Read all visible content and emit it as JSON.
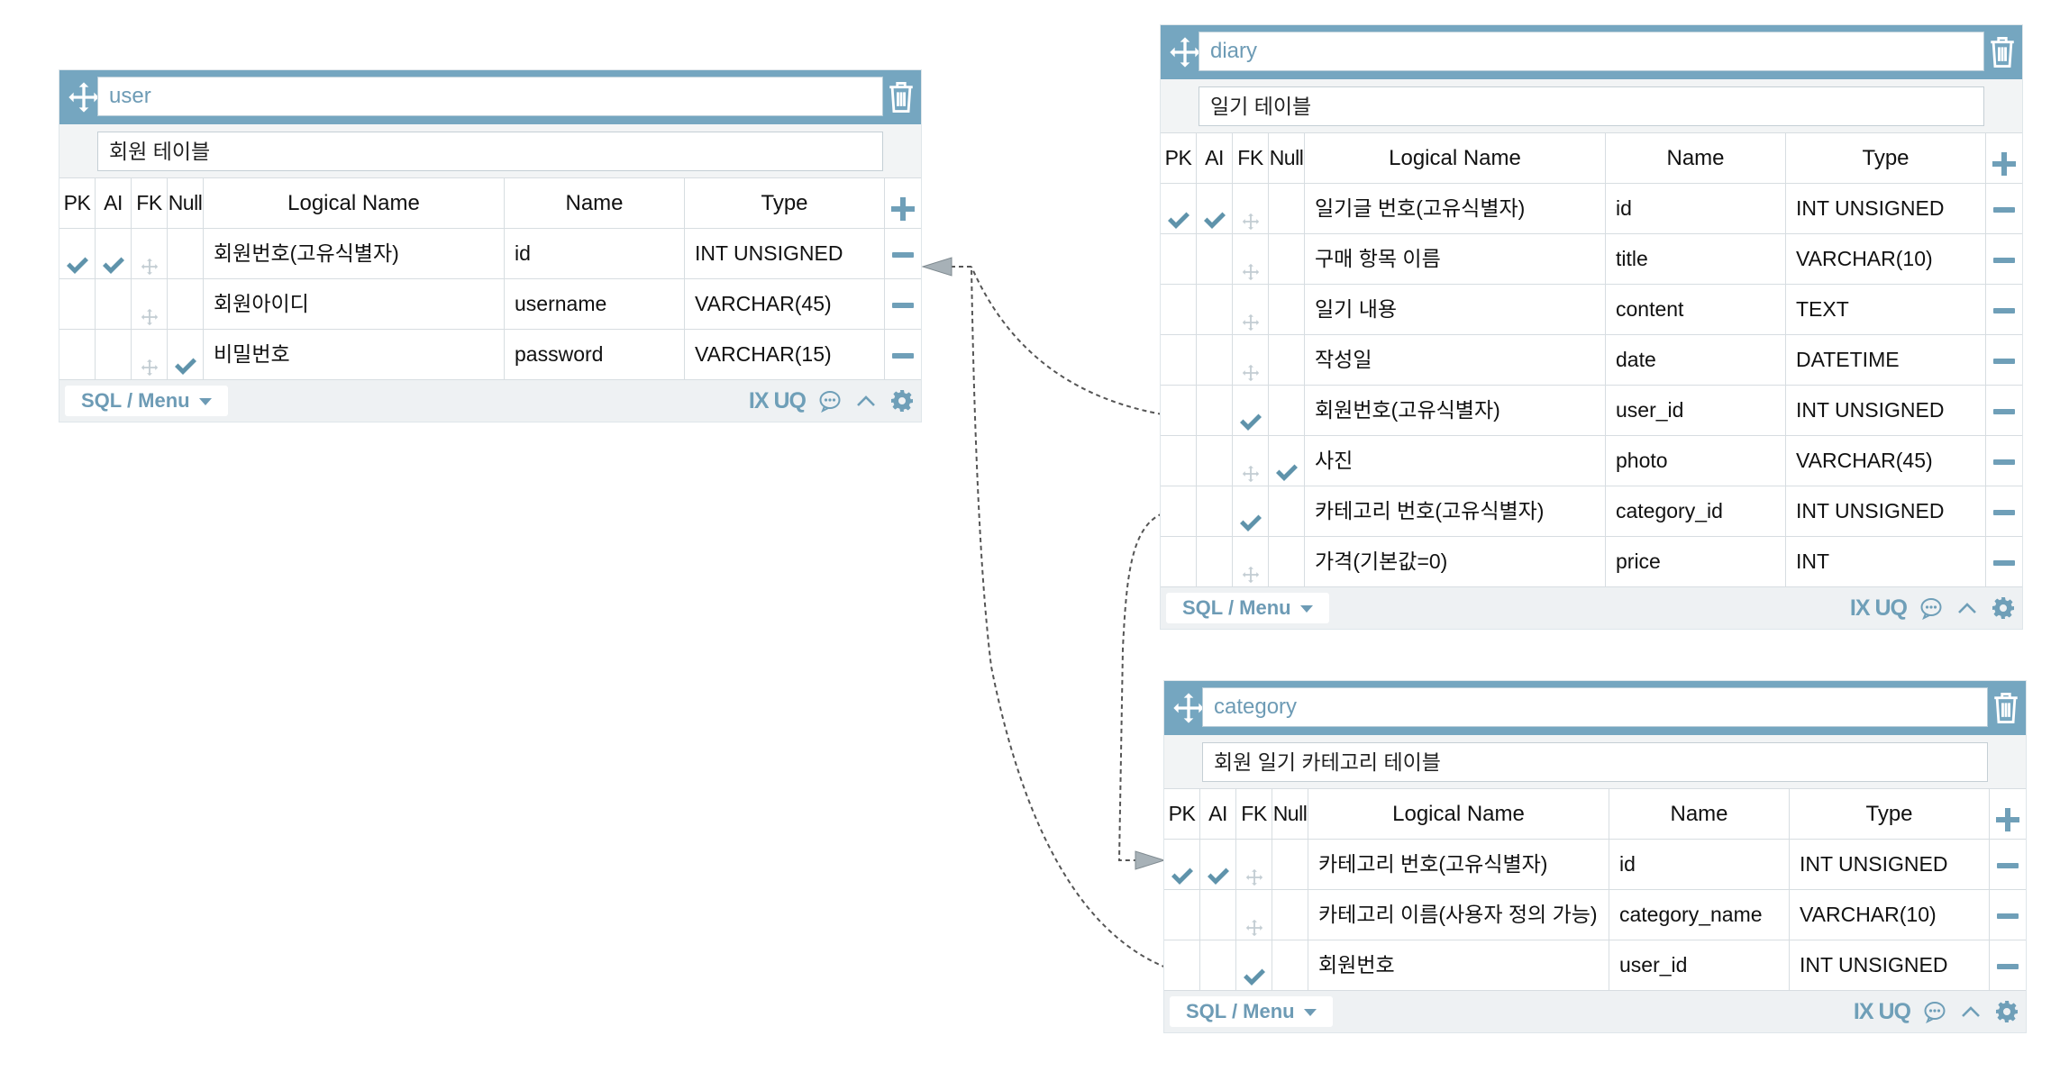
{
  "columns_header": {
    "pk": "PK",
    "ai": "AI",
    "fk": "FK",
    "null": "Null",
    "logical_name": "Logical Name",
    "name": "Name",
    "type": "Type"
  },
  "footer": {
    "sql_menu": "SQL / Menu",
    "ix": "IX",
    "uq": "UQ"
  },
  "colors": {
    "header": "#75a6c0",
    "accent": "#6f9fb8",
    "link": "#555555"
  },
  "tables": [
    {
      "name": "user",
      "comment": "회원 테이블",
      "rows": [
        {
          "pk": true,
          "ai": true,
          "fk": false,
          "null": false,
          "logical_name": "회원번호(고유식별자)",
          "name": "id",
          "type": "INT UNSIGNED"
        },
        {
          "pk": false,
          "ai": false,
          "fk": false,
          "null": false,
          "logical_name": "회원아이디",
          "name": "username",
          "type": "VARCHAR(45)"
        },
        {
          "pk": false,
          "ai": false,
          "fk": false,
          "null": true,
          "logical_name": "비밀번호",
          "name": "password",
          "type": "VARCHAR(15)"
        }
      ]
    },
    {
      "name": "diary",
      "comment": "일기 테이블",
      "rows": [
        {
          "pk": true,
          "ai": true,
          "fk": false,
          "null": false,
          "logical_name": "일기글 번호(고유식별자)",
          "name": "id",
          "type": "INT UNSIGNED"
        },
        {
          "pk": false,
          "ai": false,
          "fk": false,
          "null": false,
          "logical_name": "구매 항목 이름",
          "name": "title",
          "type": "VARCHAR(10)"
        },
        {
          "pk": false,
          "ai": false,
          "fk": false,
          "null": false,
          "logical_name": "일기 내용",
          "name": "content",
          "type": "TEXT"
        },
        {
          "pk": false,
          "ai": false,
          "fk": false,
          "null": false,
          "logical_name": "작성일",
          "name": "date",
          "type": "DATETIME"
        },
        {
          "pk": false,
          "ai": false,
          "fk": true,
          "null": false,
          "logical_name": "회원번호(고유식별자)",
          "name": "user_id",
          "type": "INT UNSIGNED"
        },
        {
          "pk": false,
          "ai": false,
          "fk": false,
          "null": true,
          "logical_name": "사진",
          "name": "photo",
          "type": "VARCHAR(45)"
        },
        {
          "pk": false,
          "ai": false,
          "fk": true,
          "null": false,
          "logical_name": "카테고리 번호(고유식별자)",
          "name": "category_id",
          "type": "INT UNSIGNED"
        },
        {
          "pk": false,
          "ai": false,
          "fk": false,
          "null": false,
          "logical_name": "가격(기본값=0)",
          "name": "price",
          "type": "INT"
        }
      ]
    },
    {
      "name": "category",
      "comment": "회원 일기 카테고리 테이블",
      "rows": [
        {
          "pk": true,
          "ai": true,
          "fk": false,
          "null": false,
          "logical_name": "카테고리 번호(고유식별자)",
          "name": "id",
          "type": "INT UNSIGNED"
        },
        {
          "pk": false,
          "ai": false,
          "fk": false,
          "null": false,
          "logical_name": "카테고리 이름(사용자 정의 가능)",
          "name": "category_name",
          "type": "VARCHAR(10)"
        },
        {
          "pk": false,
          "ai": false,
          "fk": true,
          "null": false,
          "logical_name": "회원번호",
          "name": "user_id",
          "type": "INT UNSIGNED"
        }
      ]
    }
  ],
  "relations": [
    {
      "from": "diary.user_id",
      "to": "user.id"
    },
    {
      "from": "diary.category_id",
      "to": "category.id"
    },
    {
      "from": "category.user_id",
      "to": "user.id"
    }
  ]
}
